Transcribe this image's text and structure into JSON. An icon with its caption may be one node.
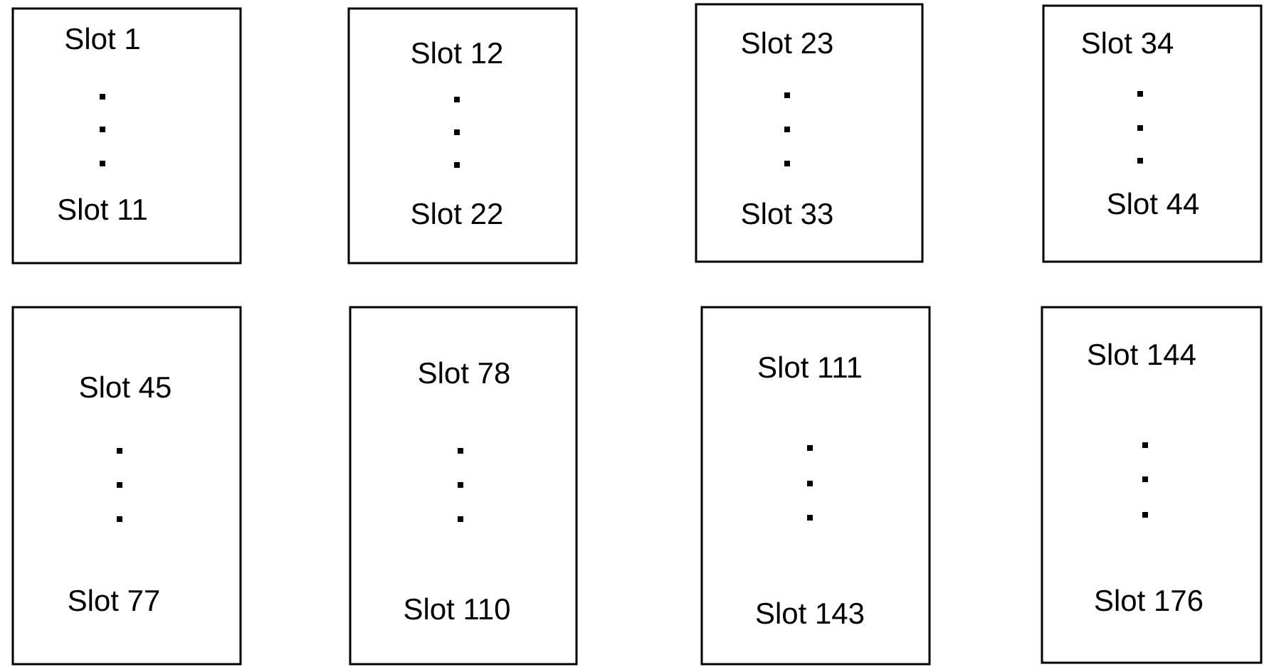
{
  "diagram": {
    "nodes": [
      {
        "text": [
          "Slot 1",
          "Slot 11"
        ]
      },
      {
        "text": [
          "Slot 12",
          "Slot 22"
        ]
      },
      {
        "text": [
          "Slot 23",
          "Slot 33"
        ]
      },
      {
        "text": [
          "Slot 34",
          "Slot 44"
        ]
      },
      {
        "text": [
          "Slot 45",
          "Slot 77"
        ]
      },
      {
        "text": [
          "Slot 78",
          "Slot 110"
        ]
      },
      {
        "text": [
          "Slot 111",
          "Slot 143"
        ]
      },
      {
        "text": [
          "Slot 144",
          "Slot 176"
        ]
      }
    ]
  }
}
